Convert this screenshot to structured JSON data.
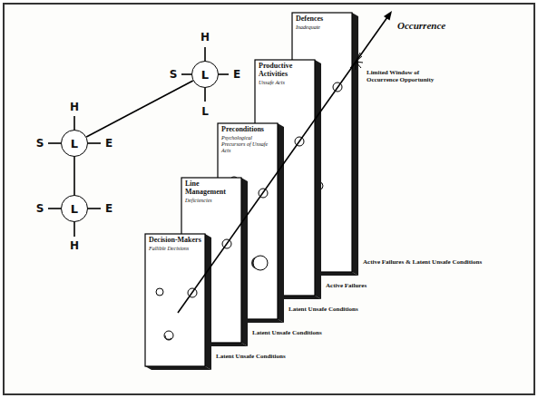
{
  "diagram": {
    "nodes": [
      {
        "text": [
          "L"
        ]
      },
      {
        "text": [
          "L"
        ]
      },
      {
        "text": [
          "L"
        ]
      },
      {
        "text": [
          "Decision-Makers",
          "Fallible Decisions"
        ]
      },
      {
        "text": [
          "Line Management",
          "Deficiencies"
        ]
      },
      {
        "text": [
          "Preconditions",
          "Psychological Precursors of Unsafe Acts"
        ]
      },
      {
        "text": [
          "Productive Activities",
          "Unsafe Acts"
        ]
      },
      {
        "text": [
          "Defences",
          "Inadequate"
        ]
      }
    ],
    "edges": [
      {
        "from": 0,
        "to": 1,
        "arrow": "none"
      },
      {
        "from": 1,
        "to": 2,
        "arrow": "none"
      }
    ],
    "labels": [
      "H",
      "S",
      "E",
      "L",
      "H",
      "S",
      "E",
      "S",
      "E",
      "H",
      "Occurrence",
      "Limited Window of Occurrence Opportunity",
      "Active Failures & Latent Unsafe Conditions",
      "Active Failures",
      "Latent Unsafe Conditions",
      "Latent Unsafe Conditions",
      "Latent Unsafe Conditions"
    ]
  }
}
